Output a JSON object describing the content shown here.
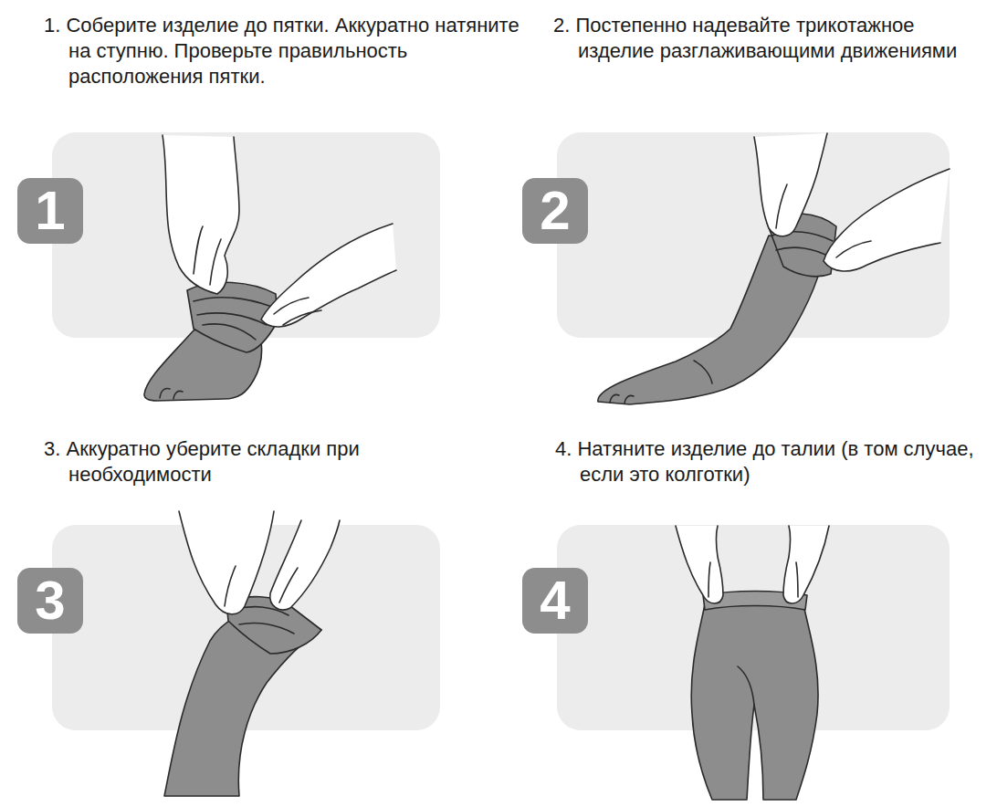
{
  "diagram": {
    "nodes": [
      {
        "text": [
          "1"
        ]
      },
      {
        "text": [
          "2"
        ]
      },
      {
        "text": [
          "3"
        ]
      },
      {
        "text": [
          "4"
        ]
      }
    ],
    "labels": [
      "1. Соберите изделие до пятки. Аккуратно натяните на ступню. Проверьте правильность расположения пятки.",
      "2. Постепенно надевайте трикотажное изделие разглаживающими движениями",
      "3. Аккуратно уберите складки при необходимости",
      "4. Натяните изделие до талии (в том случае, если это колготки)"
    ]
  }
}
